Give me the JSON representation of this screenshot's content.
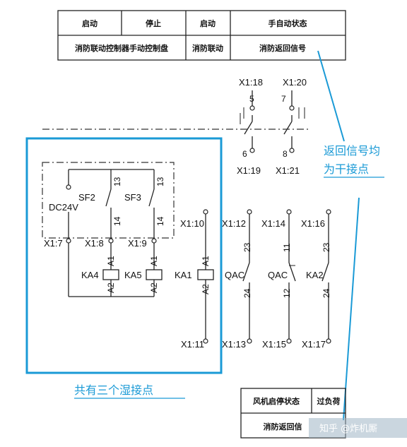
{
  "top_table": {
    "header": [
      "启动",
      "停止",
      "启动",
      "手自动状态"
    ],
    "row": [
      "消防联动控制器手动控制盘",
      "消防联动",
      "消防返回信号"
    ]
  },
  "bottom_table": {
    "header": [
      "风机启停状态",
      "过负荷"
    ],
    "row": [
      "消防返回信"
    ]
  },
  "return_contacts": {
    "c1": {
      "top": "X1:18",
      "bottom": "X1:19",
      "pin_top": "5",
      "pin_bottom": "6"
    },
    "c2": {
      "top": "X1:20",
      "bottom": "X1:21",
      "pin_top": "7",
      "pin_bottom": "8"
    }
  },
  "notes": {
    "dry": "返回信号均\n为干接点",
    "wet": "共有三个湿接点"
  },
  "left_box": {
    "source": "DC24V",
    "sf2": "SF2",
    "sf3": "SF3",
    "pin13": "13",
    "pin14": "14",
    "x17": "X1:7",
    "x18": "X1:8",
    "x19": "X1:9",
    "ka4": "KA4",
    "ka5": "KA5",
    "a1": "A1",
    "a2": "A2"
  },
  "coil_ka1": {
    "label": "KA1",
    "top": "X1:10",
    "bottom": "X1:11",
    "a1": "A1",
    "a2": "A2"
  },
  "contacts": [
    {
      "name": "QAC",
      "top": "X1:12",
      "bottom": "X1:13",
      "pin_top": "23",
      "pin_bottom": "24"
    },
    {
      "name": "QAC",
      "top": "X1:14",
      "bottom": "X1:15",
      "pin_top": "11",
      "pin_bottom": "12"
    },
    {
      "name": "KA2",
      "top": "X1:16",
      "bottom": "X1:17",
      "pin_top": "23",
      "pin_bottom": "24"
    }
  ],
  "watermark": "知乎 @炸机厮"
}
